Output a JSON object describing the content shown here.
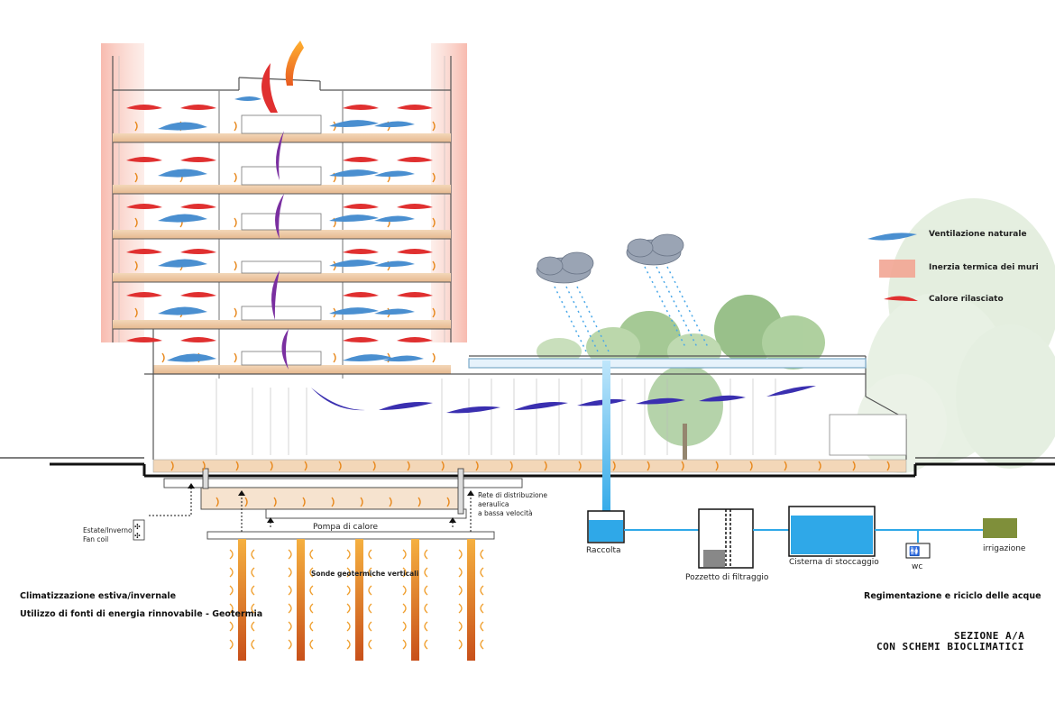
{
  "legend": {
    "ventilation": "Ventilazione naturale",
    "thermal_inertia": "Inerzia termica dei muri",
    "heat_released": "Calore rilasciato"
  },
  "geothermal": {
    "distribution_line1": "Rete di distribuzione",
    "distribution_line2": "aeraulica",
    "distribution_line3": "a bassa velocità",
    "season_line1": "Estate/Inverno",
    "season_line2": "Fan coil",
    "heat_pump": "Pompa di calore",
    "probes": "Sonde geotermiche verticali",
    "caption_line1": "Climatizzazione estiva/invernale",
    "caption_line2": "Utilizzo di fonti di energia rinnovabile - Geotermia"
  },
  "water": {
    "collection": "Raccolta",
    "filter_well": "Pozzetto di filtraggio",
    "storage_tank": "Cisterna di stoccaggio",
    "wc": "wc",
    "irrigation": "irrigazione",
    "caption": "Regimentazione e riciclo delle acque"
  },
  "title": {
    "line1": "SEZIONE A/A",
    "line2": "CON SCHEMI BIOCLIMATICI"
  },
  "colors": {
    "ventilation": "#4a8fd0",
    "ventilation_deep": "#3a2fb0",
    "heat": "#e03030",
    "thermal_wall": "#f4a090",
    "stack": "#7a2fa0",
    "geo_warm": "#e07a20",
    "water": "#2fa8e8",
    "foliage": "#7fb36a"
  },
  "icons": [
    "cloud-icon",
    "rain-icon",
    "tree-icon",
    "fan-icon",
    "toilet-icon",
    "accessibility-icon",
    "grass-icon"
  ]
}
